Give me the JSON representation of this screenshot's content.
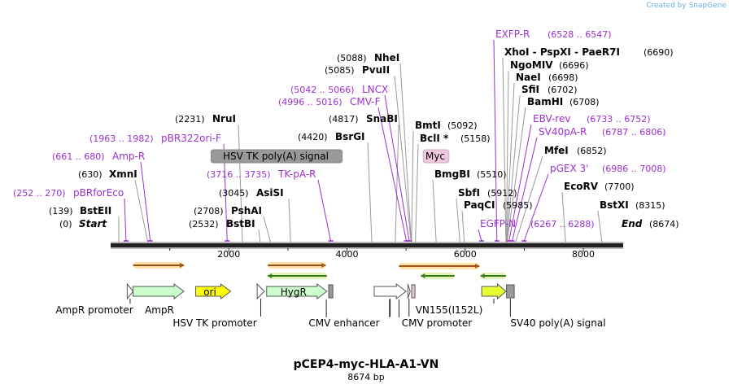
{
  "watermark": {
    "prefix": "Created by",
    "brand": "SnapGene"
  },
  "plasmid": {
    "name": "pCEP4-myc-HLA-A1-VN",
    "length_text": "8674 bp",
    "length_bp": 8674
  },
  "ruler": {
    "ticks": [
      {
        "bp": 2000,
        "label": "2000"
      },
      {
        "bp": 4000,
        "label": "4000"
      },
      {
        "bp": 6000,
        "label": "6000"
      },
      {
        "bp": 8000,
        "label": "8000"
      }
    ]
  },
  "sites": [
    {
      "id": "start",
      "bp": 0,
      "pos": "(0)",
      "name": "Start",
      "kind": "end"
    },
    {
      "id": "bsteii",
      "bp": 139,
      "pos": "(139)",
      "name": "BstEII",
      "kind": "enzyme"
    },
    {
      "id": "xmni",
      "bp": 630,
      "pos": "(630)",
      "name": "XmnI",
      "kind": "enzyme"
    },
    {
      "id": "nrui",
      "bp": 2231,
      "pos": "(2231)",
      "name": "NruI",
      "kind": "enzyme"
    },
    {
      "id": "bstbi",
      "bp": 2532,
      "pos": "(2532)",
      "name": "BstBI",
      "kind": "enzyme"
    },
    {
      "id": "pshai",
      "bp": 2708,
      "pos": "(2708)",
      "name": "PshAI",
      "kind": "enzyme"
    },
    {
      "id": "asisi",
      "bp": 3045,
      "pos": "(3045)",
      "name": "AsiSI",
      "kind": "enzyme"
    },
    {
      "id": "bsrgi",
      "bp": 4420,
      "pos": "(4420)",
      "name": "BsrGI",
      "kind": "enzyme"
    },
    {
      "id": "snabi",
      "bp": 4817,
      "pos": "(4817)",
      "name": "SnaBI",
      "kind": "enzyme"
    },
    {
      "id": "pvuii",
      "bp": 5085,
      "pos": "(5085)",
      "name": "PvuII",
      "kind": "enzyme"
    },
    {
      "id": "nhei",
      "bp": 5088,
      "pos": "(5088)",
      "name": "NheI",
      "kind": "enzyme"
    },
    {
      "id": "bmti",
      "bp": 5092,
      "pos": "(5092)",
      "name": "BmtI",
      "kind": "enzyme"
    },
    {
      "id": "bcli",
      "bp": 5158,
      "pos": "(5158)",
      "name": "BclI *",
      "kind": "enzyme"
    },
    {
      "id": "bmgbi",
      "bp": 5510,
      "pos": "(5510)",
      "name": "BmgBI",
      "kind": "enzyme"
    },
    {
      "id": "sbfi",
      "bp": 5912,
      "pos": "(5912)",
      "name": "SbfI",
      "kind": "enzyme"
    },
    {
      "id": "paqci",
      "bp": 5985,
      "pos": "(5985)",
      "name": "PaqCI",
      "kind": "enzyme"
    },
    {
      "id": "xhoi",
      "bp": 6690,
      "pos": "(6690)",
      "name": "XhoI  -  PspXI  -  PaeR7I",
      "kind": "enzyme"
    },
    {
      "id": "ngomiv",
      "bp": 6696,
      "pos": "(6696)",
      "name": "NgoMIV",
      "kind": "enzyme"
    },
    {
      "id": "naei",
      "bp": 6698,
      "pos": "(6698)",
      "name": "NaeI",
      "kind": "enzyme"
    },
    {
      "id": "sfii",
      "bp": 6702,
      "pos": "(6702)",
      "name": "SfiI",
      "kind": "enzyme"
    },
    {
      "id": "bamhi",
      "bp": 6708,
      "pos": "(6708)",
      "name": "BamHI",
      "kind": "enzyme"
    },
    {
      "id": "mfei",
      "bp": 6852,
      "pos": "(6852)",
      "name": "MfeI",
      "kind": "enzyme"
    },
    {
      "id": "ecorv",
      "bp": 7700,
      "pos": "(7700)",
      "name": "EcoRV",
      "kind": "enzyme"
    },
    {
      "id": "bstxi",
      "bp": 8315,
      "pos": "(8315)",
      "name": "BstXI",
      "kind": "enzyme"
    },
    {
      "id": "end",
      "bp": 8674,
      "pos": "(8674)",
      "name": "End",
      "kind": "end"
    }
  ],
  "primers": [
    {
      "id": "pbrforeco",
      "bp": 261,
      "range": "(252 .. 270)",
      "name": "pBRforEco"
    },
    {
      "id": "amp-r",
      "bp": 670,
      "range": "(661 .. 680)",
      "name": "Amp-R"
    },
    {
      "id": "pbr322ori-f",
      "bp": 1972,
      "range": "(1963 .. 1982)",
      "name": "pBR322ori-F"
    },
    {
      "id": "tk-pa-r",
      "bp": 3725,
      "range": "(3716 .. 3735)",
      "name": "TK-pA-R"
    },
    {
      "id": "cmv-f",
      "bp": 5006,
      "range": "(4996 .. 5016)",
      "name": "CMV-F"
    },
    {
      "id": "lncx",
      "bp": 5054,
      "range": "(5042 .. 5066)",
      "name": "LNCX"
    },
    {
      "id": "egfp-n",
      "bp": 6277,
      "range": "(6267 .. 6288)",
      "name": "EGFP-N"
    },
    {
      "id": "exfp-r",
      "bp": 6537,
      "range": "(6528 .. 6547)",
      "name": "EXFP-R"
    },
    {
      "id": "ebv-rev",
      "bp": 6742,
      "range": "(6733 .. 6752)",
      "name": "EBV-rev"
    },
    {
      "id": "sv40pa-r",
      "bp": 6796,
      "range": "(6787 .. 6806)",
      "name": "SV40pA-R"
    },
    {
      "id": "pgex3",
      "bp": 6997,
      "range": "(6986 .. 7008)",
      "name": "pGEX 3'"
    }
  ],
  "features": [
    {
      "id": "ampr-promoter",
      "name": "AmpR promoter",
      "start": 280,
      "end": 380,
      "dir": 1,
      "color": "#ffffff"
    },
    {
      "id": "ampr",
      "name": "AmpR",
      "start": 380,
      "end": 1240,
      "dir": 1,
      "color": "#ccffcc"
    },
    {
      "id": "ori",
      "name": "ori",
      "start": 1440,
      "end": 2030,
      "dir": 1,
      "color": "#ffff00"
    },
    {
      "id": "hsv-tk-promoter",
      "name": "HSV TK promoter",
      "start": 2480,
      "end": 2600,
      "dir": 1,
      "color": "#ffffff"
    },
    {
      "id": "hygr",
      "name": "HygR",
      "start": 2640,
      "end": 3660,
      "dir": 1,
      "color": "#ccffcc"
    },
    {
      "id": "hsv-tk-polya",
      "name": "HSV TK poly(A) signal",
      "start": 3690,
      "end": 3760,
      "dir": 0,
      "color": "#999999"
    },
    {
      "id": "cmv-enhancer",
      "name": "CMV enhancer",
      "start": 4460,
      "end": 5000,
      "dir": 1,
      "color": "#ffffff"
    },
    {
      "id": "cmv-promoter",
      "name": "CMV promoter",
      "start": 5030,
      "end": 5070,
      "dir": 1,
      "color": "#ffffff"
    },
    {
      "id": "myc",
      "name": "Myc",
      "start": 5095,
      "end": 5130,
      "dir": 0,
      "color": "#f0c8dc"
    },
    {
      "id": "vn155",
      "name": "VN155(I152L)",
      "start": 6280,
      "end": 6690,
      "dir": 1,
      "color": "#e6ff33"
    },
    {
      "id": "sv40-polya",
      "name": "SV40 poly(A) signal",
      "start": 6700,
      "end": 6830,
      "dir": 0,
      "color": "#999999"
    }
  ],
  "orfs": [
    {
      "start": 380,
      "end": 1240,
      "dir": 1
    },
    {
      "start": 2660,
      "end": 3660,
      "dir": -1
    },
    {
      "start": 2660,
      "end": 3640,
      "dir": 1
    },
    {
      "start": 4880,
      "end": 6240,
      "dir": 1
    },
    {
      "start": 5250,
      "end": 5820,
      "dir": -1
    },
    {
      "start": 6260,
      "end": 6690,
      "dir": -1
    }
  ]
}
